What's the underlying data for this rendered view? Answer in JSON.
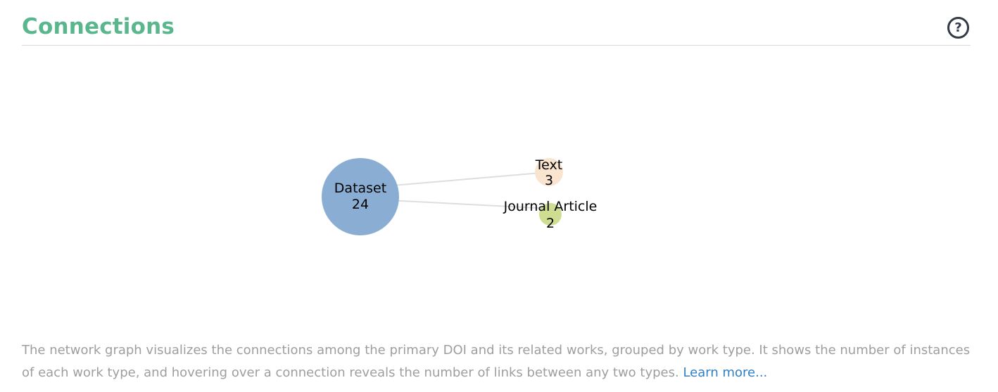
{
  "header": {
    "title": "Connections",
    "help_icon": "question-circle-icon",
    "help_glyph": "?"
  },
  "graph": {
    "nodes": [
      {
        "id": "dataset",
        "label": "Dataset",
        "count": "24",
        "color": "#8aaed3"
      },
      {
        "id": "text",
        "label": "Text",
        "count": "3",
        "color": "#f9e4cf"
      },
      {
        "id": "journal",
        "label": "Journal Article",
        "count": "2",
        "color": "#cfdd92"
      }
    ],
    "links": [
      {
        "source": "dataset",
        "target": "text"
      },
      {
        "source": "dataset",
        "target": "journal"
      }
    ],
    "link_color": "#dedede"
  },
  "description": {
    "text": "The network graph visualizes the connections among the primary DOI and its related works, grouped by work type. It shows the number of instances of each work type, and hovering over a connection reveals the number of links between any two types. ",
    "link_label": "Learn more..."
  }
}
